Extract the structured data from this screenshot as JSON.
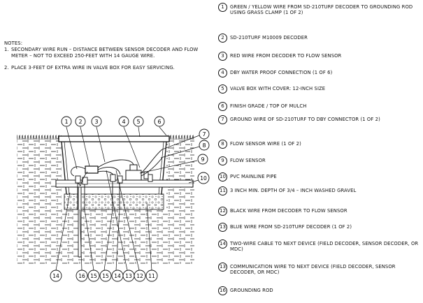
{
  "notes": {
    "heading": "NOTES:",
    "items": [
      {
        "n": "1.",
        "text": "SECONDARY WIRE RUN – DISTANCE BETWEEN SENSOR DECODER AND FLOW METER – NOT TO EXCEED 250-FEET WITH 14 GAUGE WIRE."
      },
      {
        "n": "2.",
        "text": "PLACE 3-FEET OF EXTRA WIRE IN VALVE BOX FOR EASY SERVICING."
      }
    ]
  },
  "legend": [
    {
      "num": "1",
      "text": "GREEN / YELLOW WIRE FROM SD-210TURF DECODER TO GROUNDING ROD USING GRASS CLAMP (1 OF 2)"
    },
    {
      "num": "2",
      "text": "SD-210TURF M10009 DECODER"
    },
    {
      "num": "3",
      "text": "RED WIRE FROM DECODER TO FLOW SENSOR"
    },
    {
      "num": "4",
      "text": "DBY WATER PROOF CONNECTION (1 OF 6)"
    },
    {
      "num": "5",
      "text": "VALVE BOX WITH COVER: 12-INCH SIZE"
    },
    {
      "num": "6",
      "text": "FINISH GRADE / TOP OF MULCH"
    },
    {
      "num": "7",
      "text": "GROUND WIRE OF SD-210TURF TO DBY CONNECTOR (1 OF 2)"
    },
    {
      "num": "8",
      "text": "FLOW SENSOR WIRE (1 OF 2)"
    },
    {
      "num": "9",
      "text": "FLOW SENSOR"
    },
    {
      "num": "10",
      "text": "PVC MAINLINE PIPE"
    },
    {
      "num": "11",
      "text": "3 INCH MIN. DEPTH OF 3/4 – INCH WASHED GRAVEL"
    },
    {
      "num": "12",
      "text": "BLACK WIRE FROM DECODER TO FLOW SENSOR"
    },
    {
      "num": "13",
      "text": "BLUE WIRE FROM SD-210TURF DECODER (1 OF 2)"
    },
    {
      "num": "14",
      "text": "TWO-WIRE CABLE TO NEXT DEVICE (FIELD DECODER, SENSOR DECODER, OR MDC)"
    },
    {
      "num": "13",
      "text": "COMMUNICATION WIRE TO NEXT DEVICE (FIELD DECODER, SENSOR DECODER, OR MDC)"
    },
    {
      "num": "16",
      "text": "GROUNDING ROD"
    }
  ],
  "callouts": {
    "top": [
      "1",
      "2",
      "3",
      "4",
      "5",
      "6"
    ],
    "right": [
      "7",
      "8",
      "9",
      "10"
    ],
    "bottom": [
      "14",
      "16",
      "15",
      "15",
      "14",
      "13",
      "12",
      "11"
    ]
  }
}
